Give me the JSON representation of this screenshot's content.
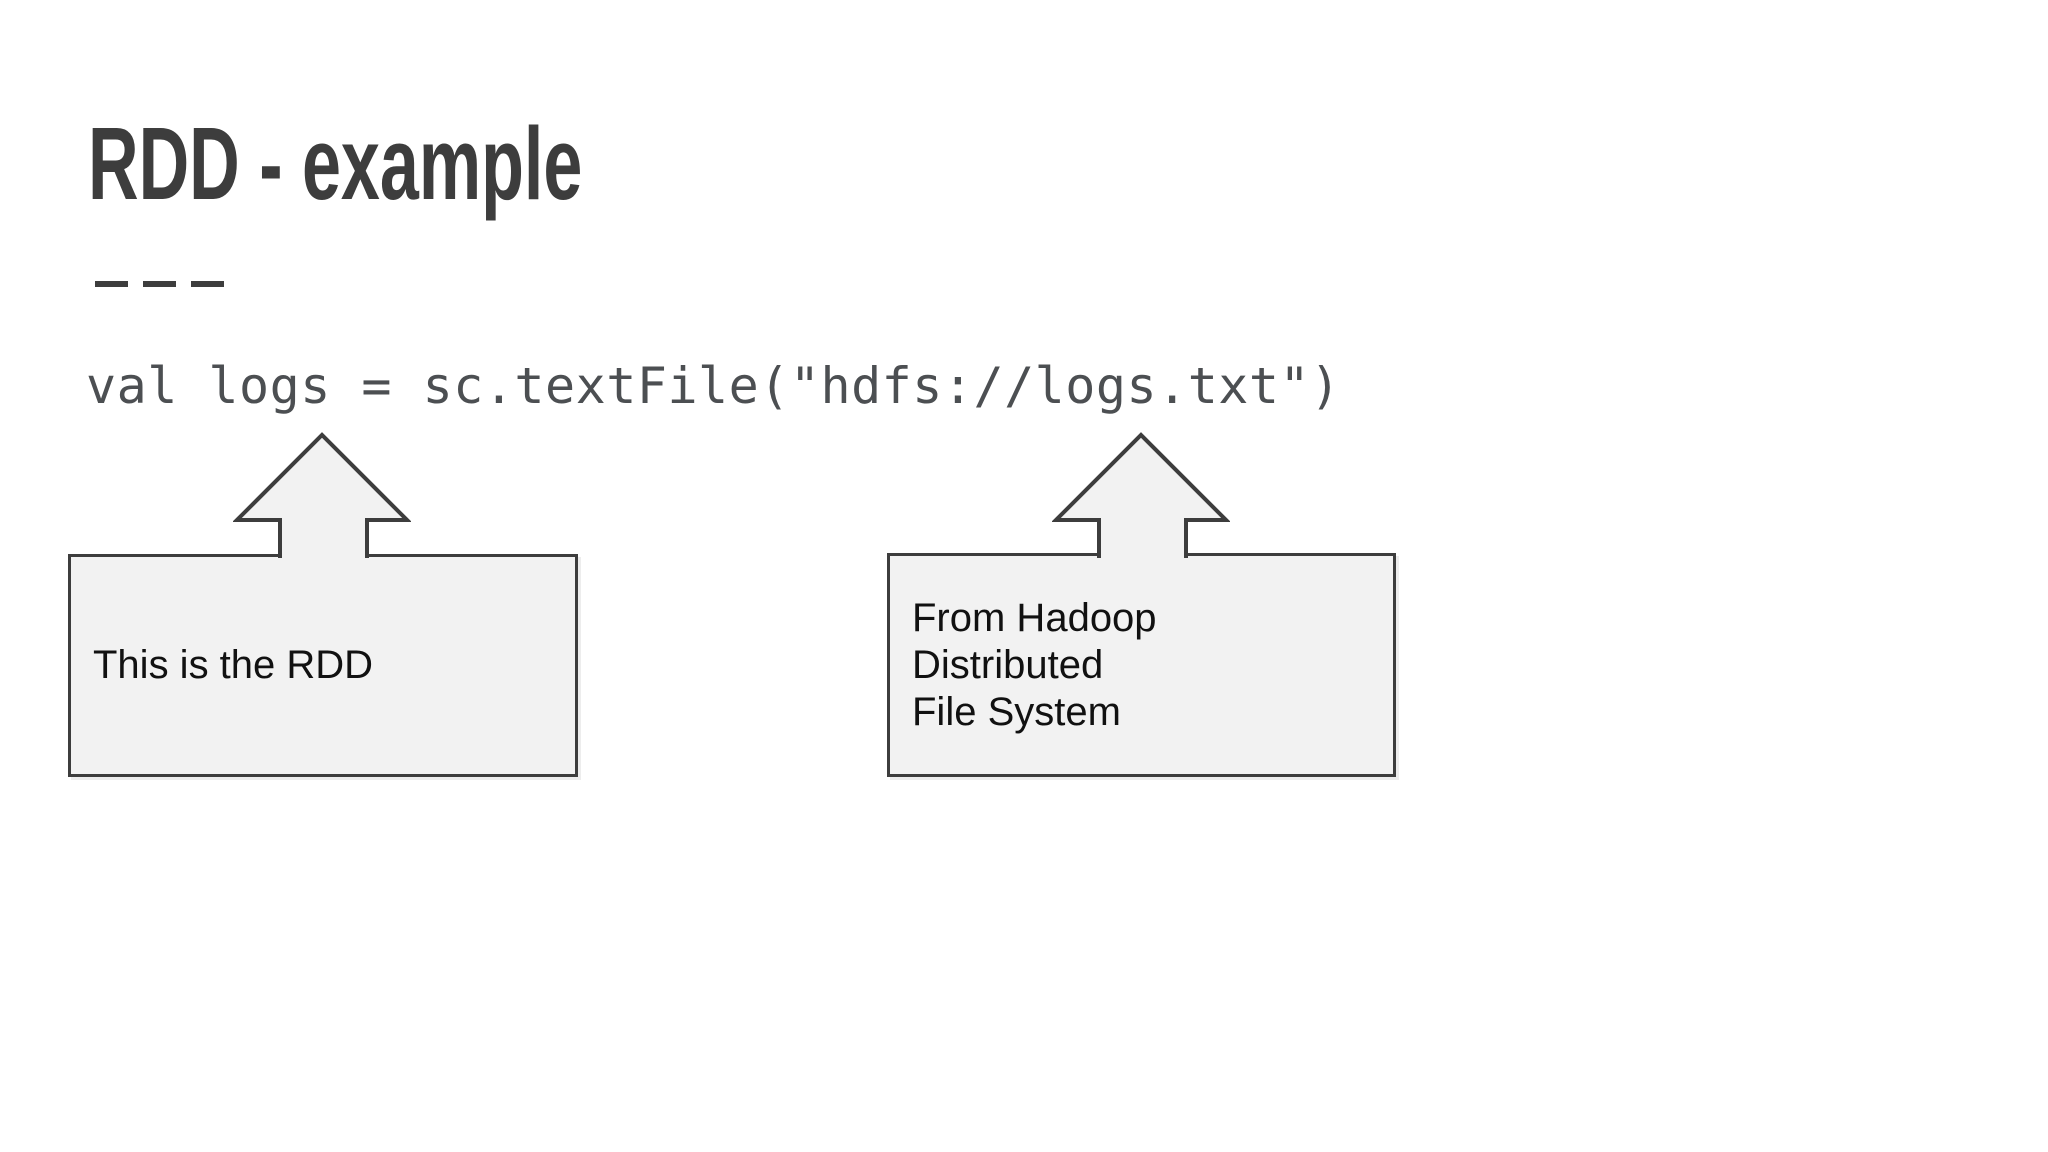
{
  "slide": {
    "title": "RDD - example",
    "code_line": "val logs = sc.textFile(\"hdfs://logs.txt\")",
    "callouts": [
      {
        "label": "This is the RDD"
      },
      {
        "label": "From Hadoop Distributed\nFile System"
      }
    ],
    "colors": {
      "background": "#ffffff",
      "title_text": "#3d3d3d",
      "divider": "#3d3d3d",
      "code_text": "#4c4f52",
      "box_fill": "#f2f2f2",
      "box_border": "#3d3d3d",
      "box_text": "#111111"
    }
  }
}
